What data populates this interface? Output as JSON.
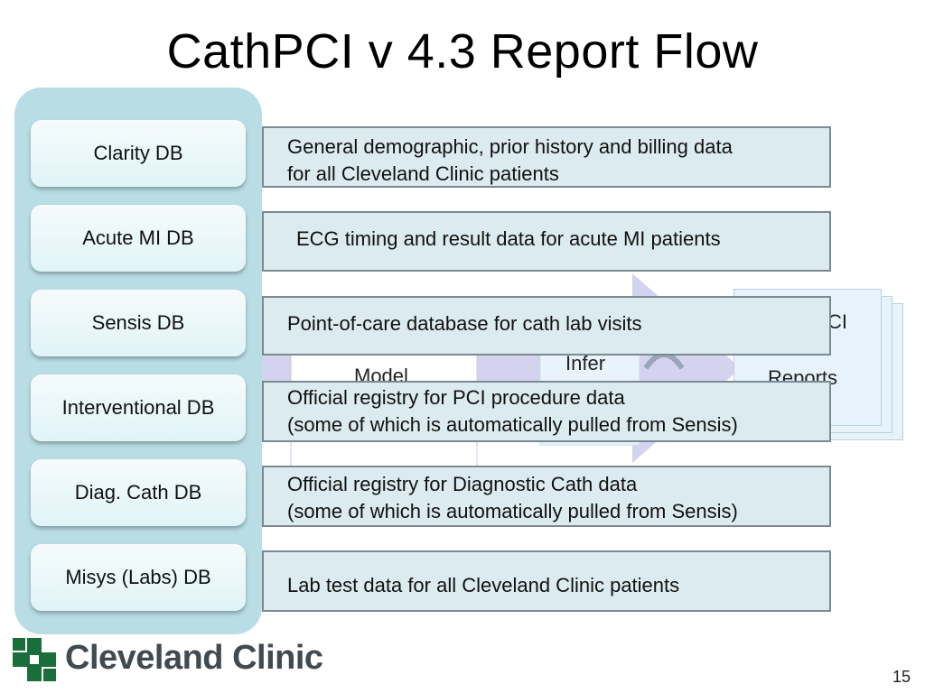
{
  "title": "CathPCI v 4.3 Report Flow",
  "databases": [
    {
      "name": "Clarity DB",
      "description": [
        "General demographic, prior history and billing data",
        "for all Cleveland Clinic patients"
      ]
    },
    {
      "name": "Acute MI DB",
      "description": [
        "ECG timing and result data for acute MI patients"
      ]
    },
    {
      "name": "Sensis DB",
      "description": [
        "Point-of-care database for cath lab visits"
      ]
    },
    {
      "name": "Interventional DB",
      "description": [
        "Official registry for PCI procedure data",
        "(some of which is automatically pulled from Sensis)"
      ]
    },
    {
      "name": "Diag. Cath DB",
      "description": [
        "Official registry for Diagnostic Cath data",
        "(some of which is automatically pulled from Sensis)"
      ]
    },
    {
      "name": "Misys (Labs) DB",
      "description": [
        "Lab test data for all Cleveland Clinic patients"
      ]
    }
  ],
  "background_flow": {
    "model_label": "Model",
    "infer_label": "Infer",
    "reports_label": "Reports",
    "reports_partial_label": "CI"
  },
  "brand": {
    "logo_text": "Cleveland Clinic",
    "logo_color": "#1a6e3a",
    "text_color": "#404a4f"
  },
  "page_number": "15",
  "colors": {
    "panel": "#b9dde5",
    "description_fill": "#dcebef",
    "description_border": "#7b8a91",
    "arrow": "#d3d3f0"
  }
}
